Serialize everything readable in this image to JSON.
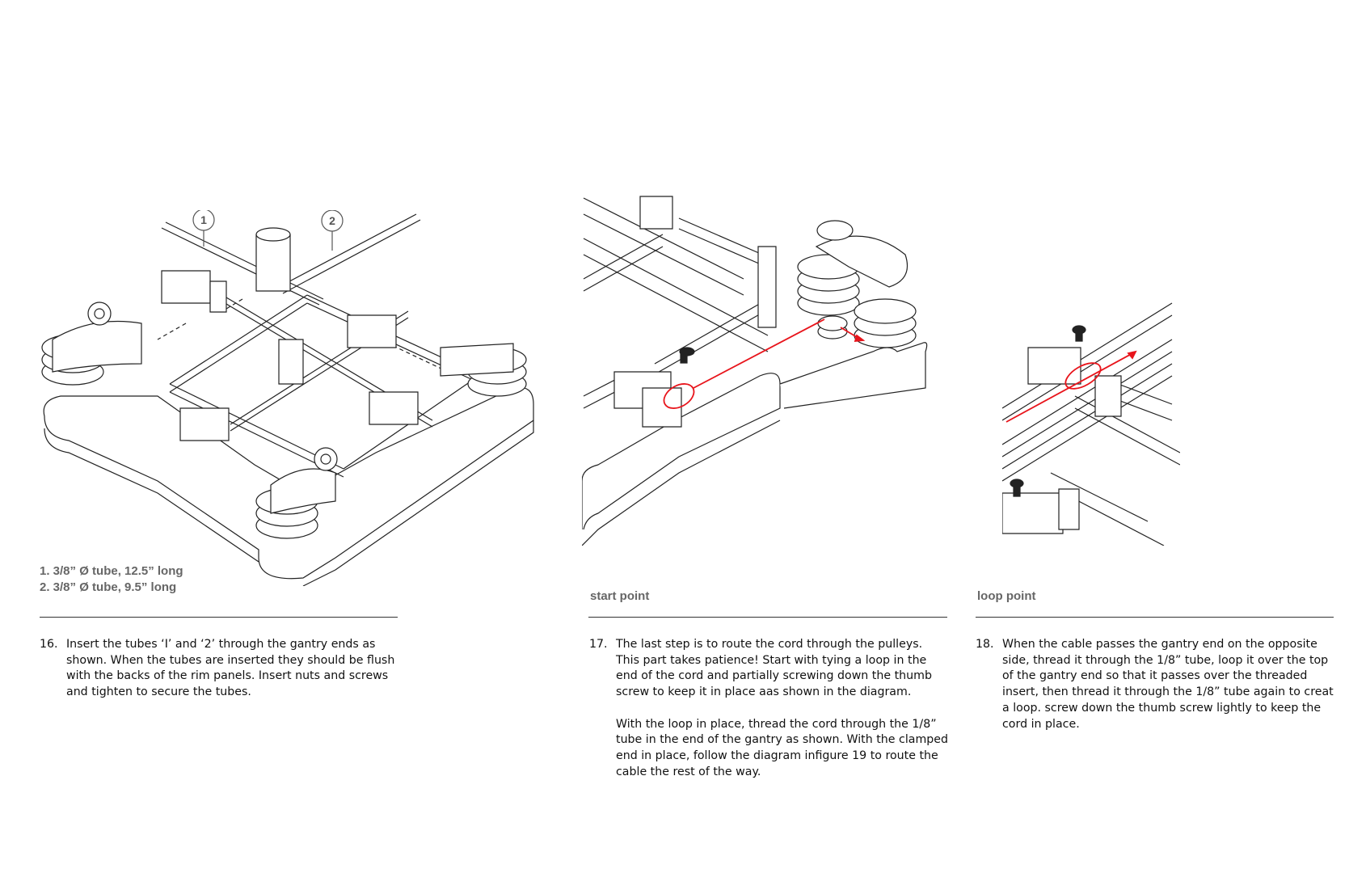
{
  "figures": [
    {
      "callouts": [
        "1",
        "2"
      ],
      "parts_list": [
        "1. 3/8” Ø tube,  12.5” long",
        "2. 3/8” Ø tube, 9.5” long"
      ]
    },
    {
      "label": "start point",
      "cord_color": "#e8141b"
    },
    {
      "label": "loop point",
      "cord_color": "#e8141b"
    }
  ],
  "steps": [
    {
      "number": "16.",
      "paragraphs": [
        "Insert the tubes ‘I’ and ‘2’ through the gantry ends as shown. When the tubes are inserted they should be flush with the backs of the rim panels. Insert nuts and screws and tighten to secure the tubes."
      ]
    },
    {
      "number": "17.",
      "paragraphs": [
        "The last step is to route the cord through the pulleys. This part takes patience! Start with tying a loop in the end of the cord and partially screwing down the thumb screw to keep it in place aas shown in the diagram.",
        "With the loop in place, thread the cord through the 1/8” tube in the end of the gantry as shown. With the clamped end in place, follow the diagram infigure 19 to route the cable the rest of the way."
      ]
    },
    {
      "number": "18.",
      "paragraphs": [
        "When the cable passes the gantry end on the opposite side, thread it through the 1/8” tube, loop it over the top of the gantry end so that it passes over the threaded insert, then thread it through the 1/8” tube again to creat a loop. screw down the thumb screw lightly to keep the cord in place."
      ]
    }
  ]
}
